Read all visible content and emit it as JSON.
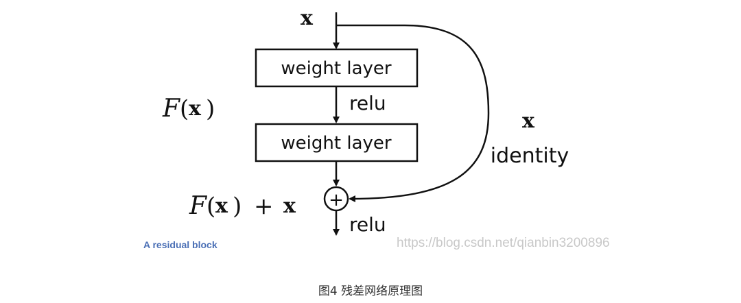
{
  "input_label": "x",
  "layers": [
    {
      "label": "weight layer"
    },
    {
      "label": "weight layer"
    }
  ],
  "activations": [
    "relu",
    "relu"
  ],
  "fx_label": {
    "script": "F",
    "open": "(",
    "var": "x",
    "close": ")"
  },
  "sum_label": {
    "script": "F",
    "open": "(",
    "var": "x",
    "close": ")",
    "plus": "+",
    "var2": "x"
  },
  "add_symbol": "+",
  "shortcut": {
    "var": "x",
    "label": "identity"
  },
  "block_title": "A residual block",
  "watermark": "https://blog.csdn.net/qianbin3200896",
  "figure_caption": "图4 残差网络原理图",
  "colors": {
    "ink": "#111111",
    "block_title": "#4a6fb5",
    "watermark": "#c8c8c8"
  }
}
